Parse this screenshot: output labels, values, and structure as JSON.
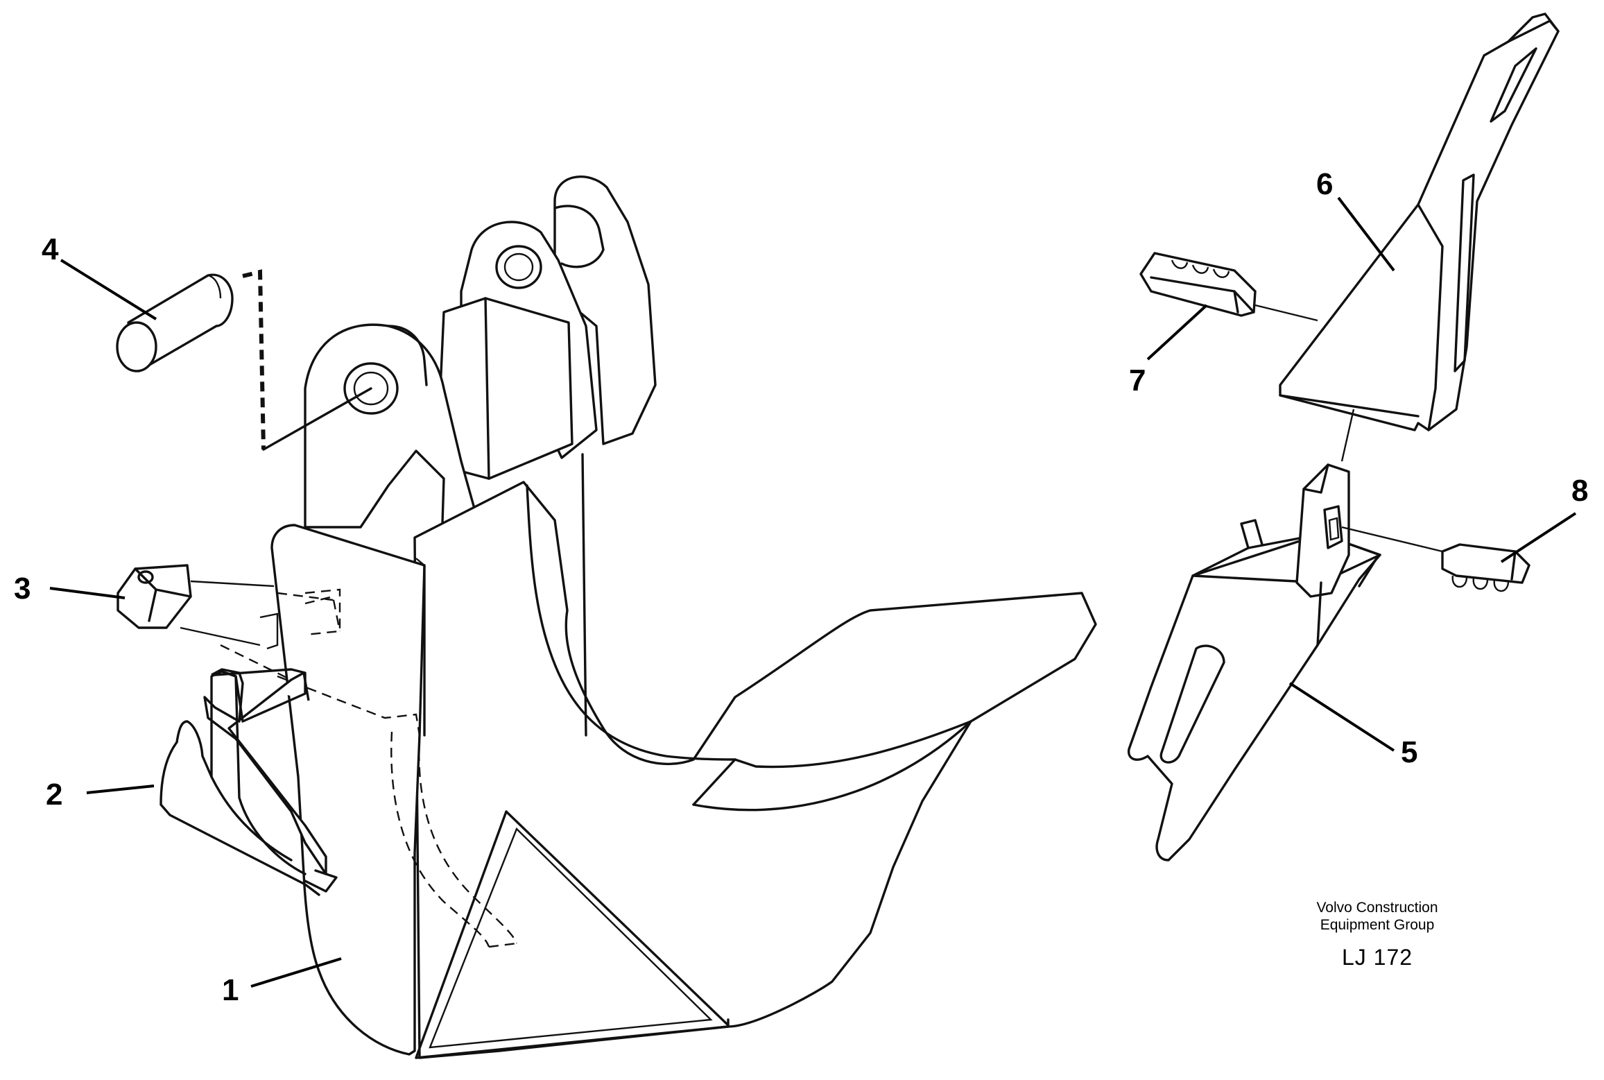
{
  "callouts": [
    "1",
    "2",
    "3",
    "4",
    "5",
    "6",
    "7",
    "8"
  ],
  "credit": {
    "line1": "Volvo Construction",
    "line2": "Equipment Group",
    "code": "LJ 172"
  }
}
